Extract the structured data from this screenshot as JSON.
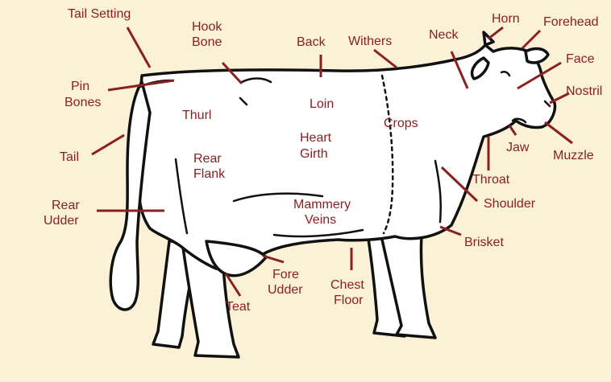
{
  "labels": {
    "tail_setting": "Tail Setting",
    "hook_bone_1": "Hook",
    "hook_bone_2": "Bone",
    "back": "Back",
    "withers": "Withers",
    "neck": "Neck",
    "horn": "Horn",
    "forehead": "Forehead",
    "face": "Face",
    "nostril": "Nostril",
    "pin_bones_1": "Pin",
    "pin_bones_2": "Bones",
    "thurl": "Thurl",
    "loin": "Loin",
    "crops": "Crops",
    "heart_girth_1": "Heart",
    "heart_girth_2": "Girth",
    "jaw": "Jaw",
    "muzzle": "Muzzle",
    "tail": "Tail",
    "rear_flank_1": "Rear",
    "rear_flank_2": "Flank",
    "throat": "Throat",
    "shoulder": "Shoulder",
    "rear_udder_1": "Rear",
    "rear_udder_2": "Udder",
    "mammary_veins_1": "Mammery",
    "mammary_veins_2": "Veins",
    "brisket": "Brisket",
    "fore_udder_1": "Fore",
    "fore_udder_2": "Udder",
    "chest_floor_1": "Chest",
    "chest_floor_2": "Floor",
    "teat": "Teat"
  },
  "colors": {
    "background": "#fbf1d6",
    "label": "#8a2020",
    "outline": "#111111",
    "cow_fill": "#ffffff"
  }
}
